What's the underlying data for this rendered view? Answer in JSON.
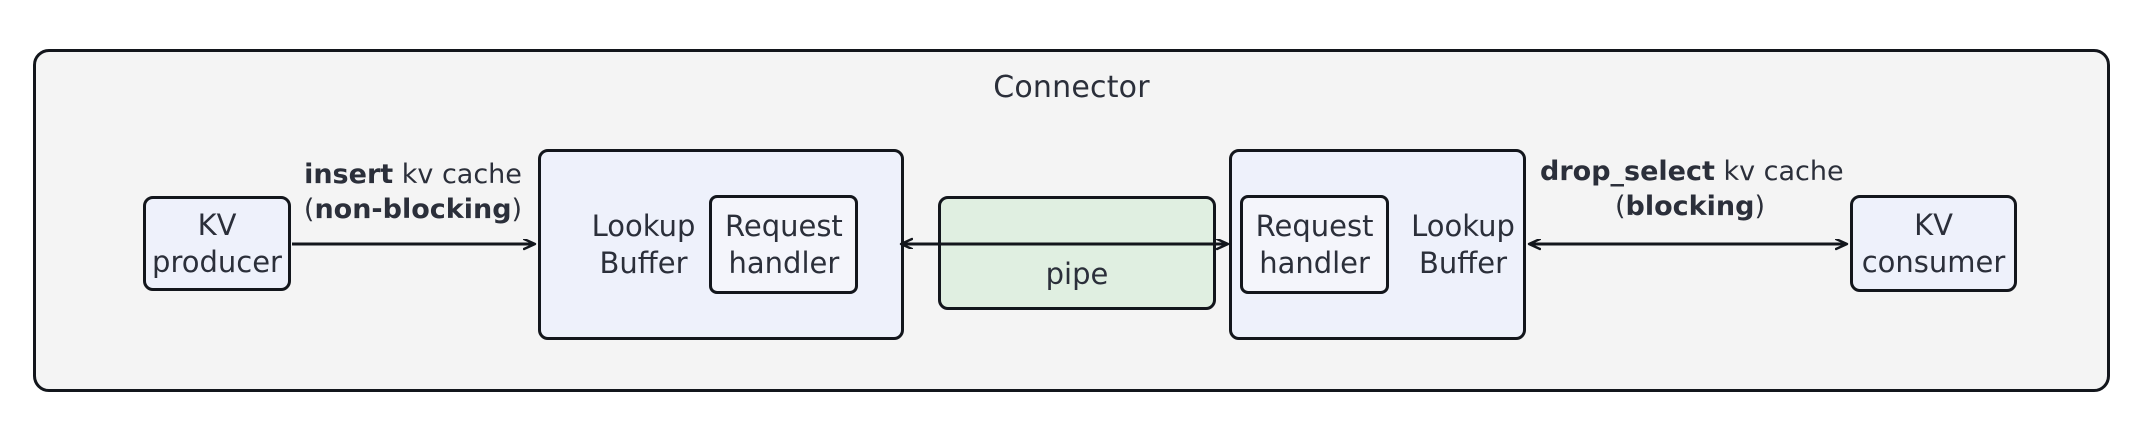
{
  "diagram": {
    "type": "block-diagram",
    "title": "Connector",
    "colors": {
      "container_fill": "#f4f4f4",
      "container_stroke": "#13161c",
      "node_blue_fill": "#eef1fb",
      "node_green_fill": "#e0efe1",
      "text": "#2b2f3a"
    }
  },
  "nodes": {
    "kv_producer": {
      "line1": "KV",
      "line2": "producer"
    },
    "kv_consumer": {
      "line1": "KV",
      "line2": "consumer"
    },
    "lookup_buffer_left": {
      "line1": "Lookup",
      "line2": "Buffer"
    },
    "lookup_buffer_right": {
      "line1": "Lookup",
      "line2": "Buffer"
    },
    "request_handler_left": {
      "line1": "Request",
      "line2": "handler"
    },
    "request_handler_right": {
      "line1": "Request",
      "line2": "handler"
    },
    "pipe": {
      "label": "pipe"
    }
  },
  "edges": {
    "insert": {
      "line1_bold": "insert",
      "line1_rest": " kv cache",
      "line2_open": "(",
      "line2_bold": "non-blocking",
      "line2_close": ")",
      "direction": "right"
    },
    "drop_select": {
      "line1_bold": "drop_select",
      "line1_rest": " kv cache",
      "line2_open": "(",
      "line2_bold": "blocking",
      "line2_close": ")",
      "direction": "bidirectional"
    },
    "pipe_in": {
      "direction": "left"
    },
    "pipe_out": {
      "direction": "right"
    }
  }
}
